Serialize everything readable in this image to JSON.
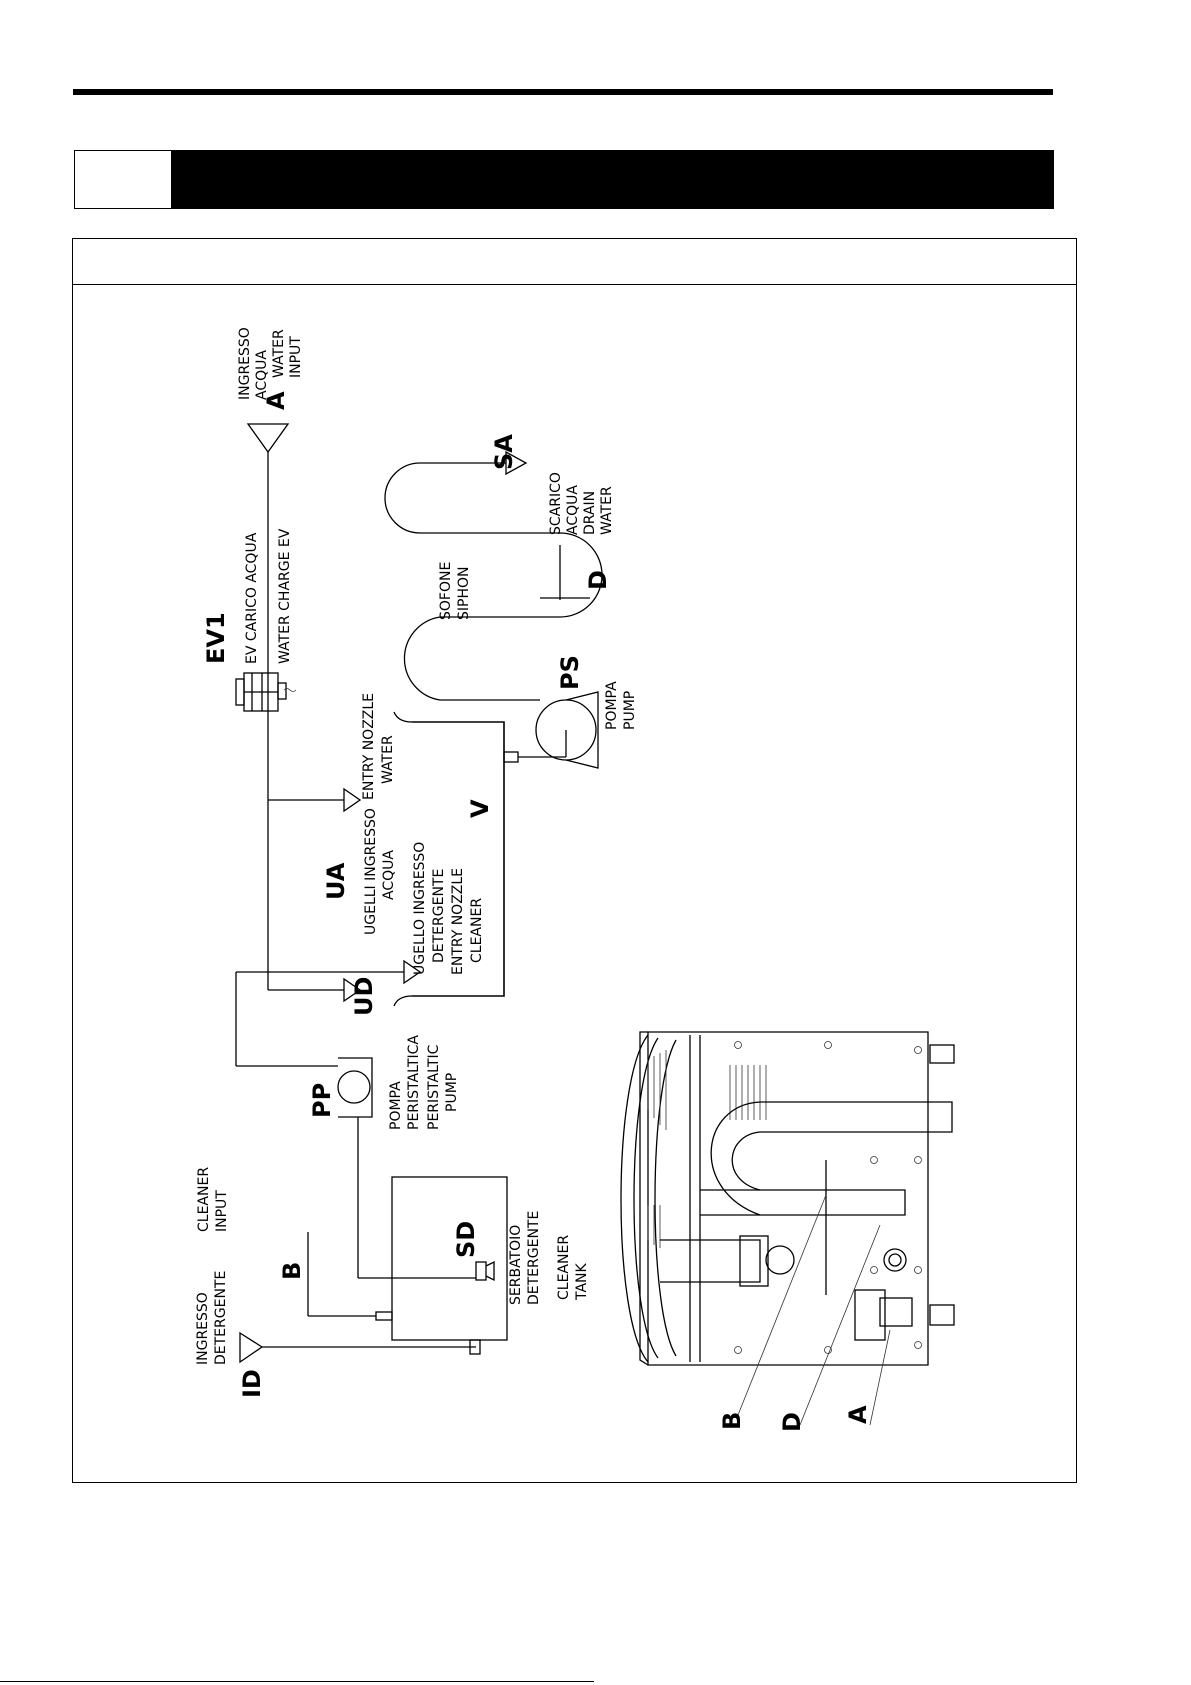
{
  "labels": {
    "a": "A",
    "b": "B",
    "d": "D",
    "ev1": "EV1",
    "sa": "SA",
    "ps": "PS",
    "v": "V",
    "ua": "UA",
    "ud": "UD",
    "pp": "PP",
    "sd": "SD",
    "id": "ID"
  },
  "texts": {
    "water_input": [
      "INGRESSO",
      "ACQUA",
      "WATER",
      "INPUT"
    ],
    "ev_carico": "EV CARICO ACQUA",
    "water_charge": "WATER CHARGE EV",
    "drain": [
      "SCARICO",
      "ACQUA",
      "DRAIN",
      "WATER"
    ],
    "siphon": [
      "SOFONE",
      "SIPHON"
    ],
    "entry_nozzle_water": [
      "ENTRY NOZZLE",
      "WATER"
    ],
    "pump": [
      "POMPA",
      "PUMP"
    ],
    "ugelli": [
      "UGELLI INGRESSO",
      "ACQUA"
    ],
    "ugello_det": [
      "UGELLO INGRESSO",
      "DETERGENTE",
      "ENTRY NOZZLE",
      "CLEANER"
    ],
    "peristaltic": [
      "POMPA",
      "PERISTALTICA",
      "PERISTALTIC",
      "PUMP"
    ],
    "cleaner_input": [
      "CLEANER",
      "INPUT"
    ],
    "serbatoio": [
      "SERBATOIO",
      "DETERGENTE",
      "CLEANER",
      "TANK"
    ],
    "ingresso_det": [
      "INGRESSO",
      "DETERGENTE"
    ]
  }
}
